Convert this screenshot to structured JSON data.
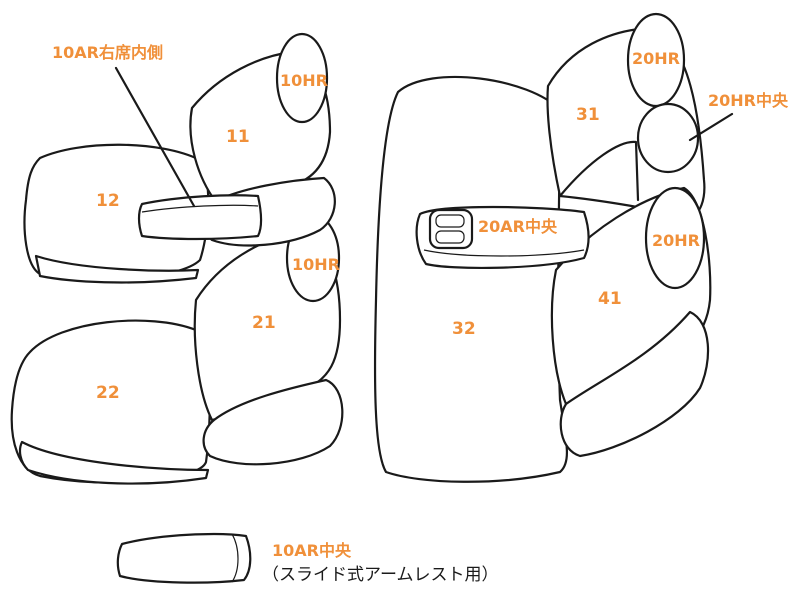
{
  "colors": {
    "label": "#f0903a",
    "stroke": "#1a1a1a",
    "background": "#ffffff"
  },
  "labels": {
    "s11": "11",
    "s12": "12",
    "s21": "21",
    "s22": "22",
    "s31": "31",
    "s32": "32",
    "s41": "41",
    "hr10_top": "10HR",
    "hr10_bottom": "10HR",
    "hr20_top": "20HR",
    "hr20_bottom": "20HR"
  },
  "callouts": {
    "ar10_right_inner": "10AR右席内側",
    "hr20_center": "20HR中央",
    "ar20_center": "20AR中央",
    "ar10_center": "10AR中央",
    "ar10_center_note": "（スライド式アームレスト用）"
  }
}
